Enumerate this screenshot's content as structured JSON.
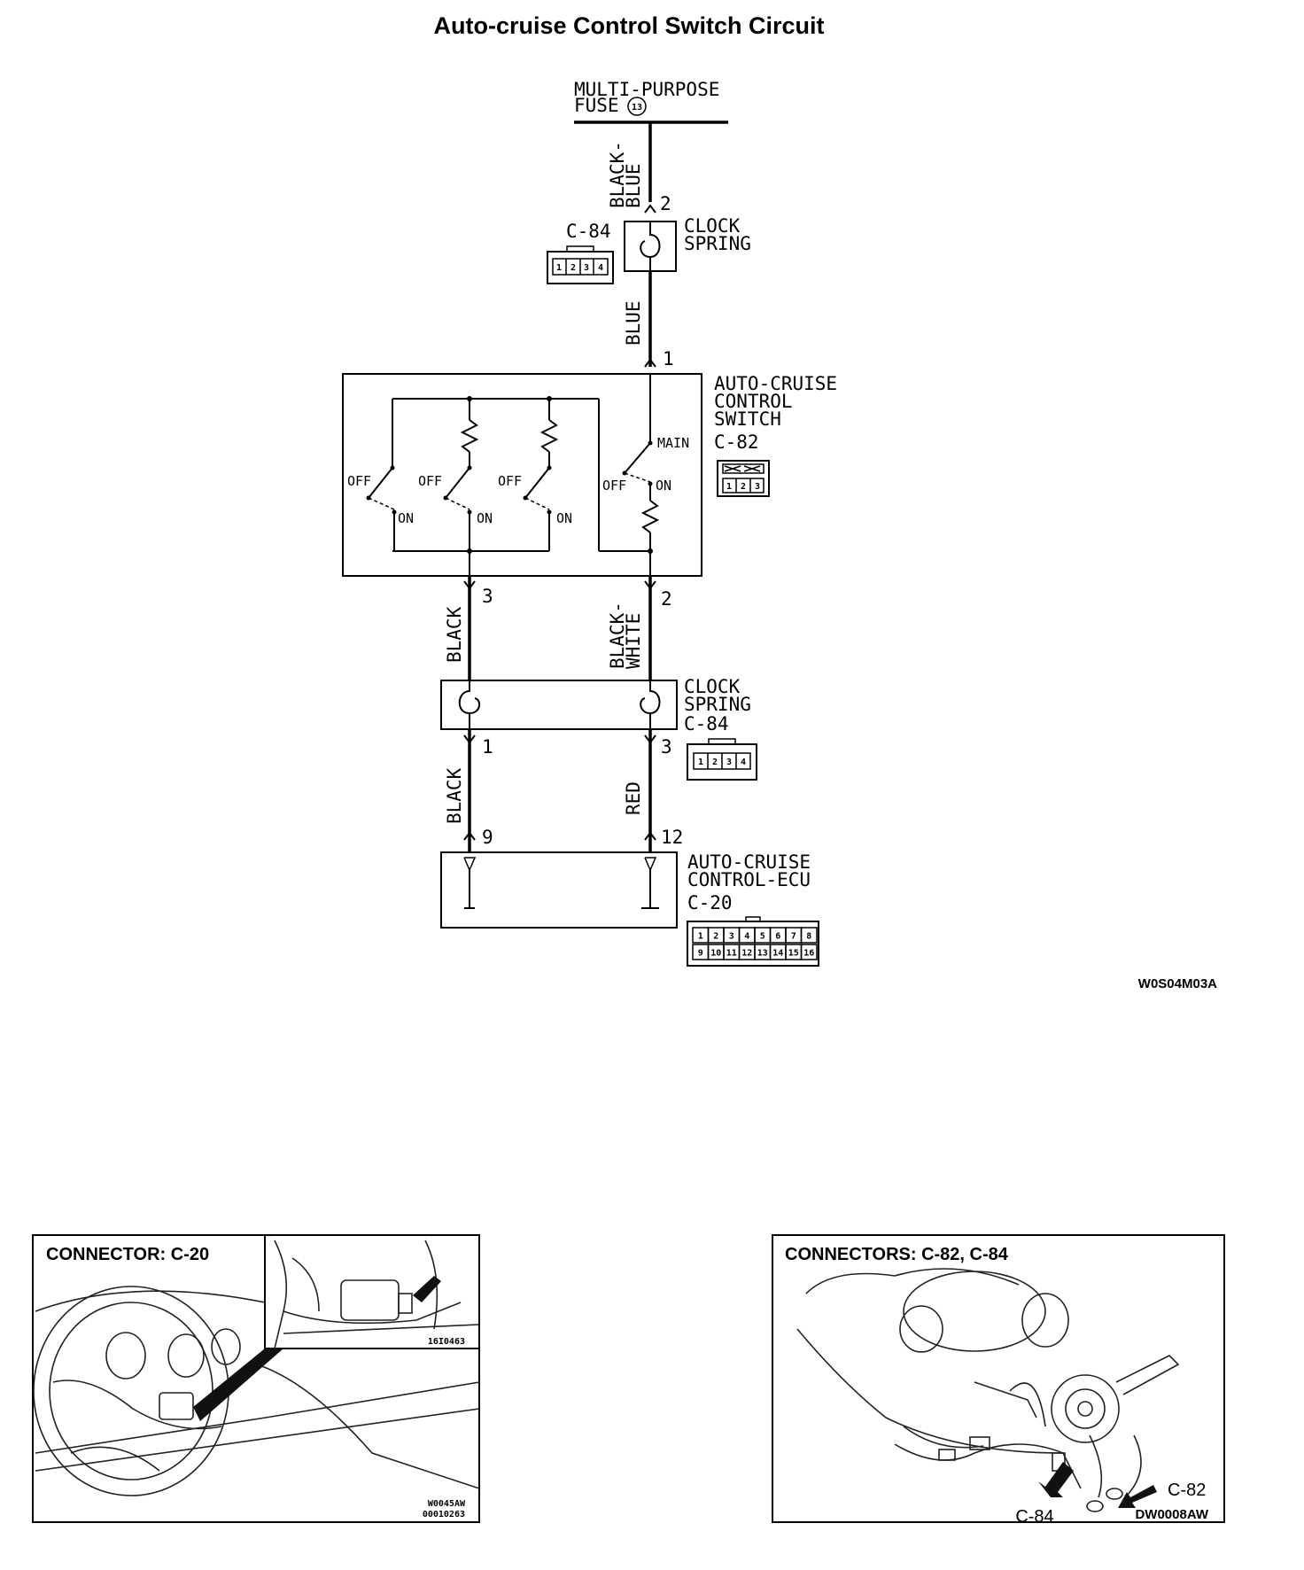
{
  "title": "Auto-cruise Control Switch Circuit",
  "fuse": {
    "line1": "MULTI-PURPOSE",
    "line2": "FUSE",
    "number": "13"
  },
  "wires": {
    "black_blue": [
      "BLACK-",
      "BLUE"
    ],
    "blue": "BLUE",
    "black_upper": "BLACK",
    "black_white": [
      "BLACK-",
      "WHITE"
    ],
    "black_lower": "BLACK",
    "red": "RED"
  },
  "pins": {
    "c84_top": "2",
    "switch_in": "1",
    "switch_out_left": "3",
    "switch_out_right": "2",
    "spring_out_left": "1",
    "spring_out_right": "3",
    "ecu_left": "9",
    "ecu_right": "12"
  },
  "clock_spring_top": {
    "connector": "C-84",
    "label": [
      "CLOCK",
      "SPRING"
    ],
    "pins": [
      "1",
      "2",
      "3",
      "4"
    ]
  },
  "switch": {
    "label": [
      "AUTO-CRUISE",
      "CONTROL",
      "SWITCH"
    ],
    "connector": "C-82",
    "pins": [
      "1",
      "2",
      "3"
    ],
    "off": "OFF",
    "on": "ON",
    "main": "MAIN"
  },
  "clock_spring_bottom": {
    "label": [
      "CLOCK",
      "SPRING"
    ],
    "connector": "C-84",
    "pins": [
      "1",
      "2",
      "3",
      "4"
    ]
  },
  "ecu": {
    "label": [
      "AUTO-CRUISE",
      "CONTROL-ECU"
    ],
    "connector": "C-20",
    "pins_row1": [
      "1",
      "2",
      "3",
      "4",
      "5",
      "6",
      "7",
      "8"
    ],
    "pins_row2": [
      "9",
      "10",
      "11",
      "12",
      "13",
      "14",
      "15",
      "16"
    ]
  },
  "diagram_code": "W0S04M03A",
  "panel_left": {
    "title": "CONNECTOR: C-20",
    "inset_code": "16I0463",
    "code1": "W0045AW",
    "code2": "00010263"
  },
  "panel_right": {
    "title": "CONNECTORS: C-82, C-84",
    "callout_c84": "C-84",
    "callout_c82": "C-82",
    "code": "DW0008AW"
  }
}
